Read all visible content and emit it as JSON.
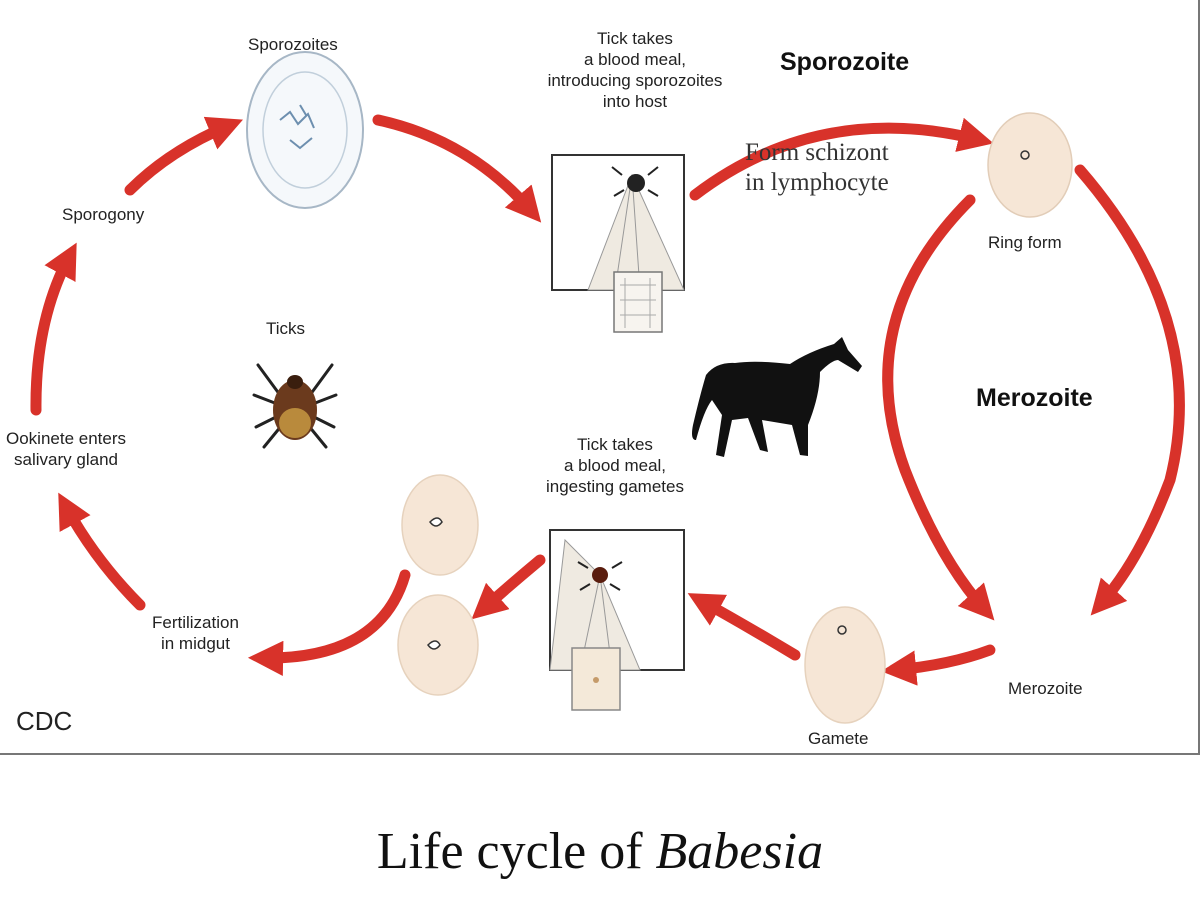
{
  "labels": {
    "sporozoites": "Sporozoites",
    "sporogony": "Sporogony",
    "ookinete": [
      "Ookinete enters",
      "salivary gland"
    ],
    "fertilization": [
      "Fertilization",
      "in midgut"
    ],
    "ticks": "Ticks",
    "tick_meal_top": [
      "Tick takes",
      "a blood meal,",
      "introducing sporozoites",
      "into host"
    ],
    "tick_meal_bottom": [
      "Tick takes",
      "a blood meal,",
      "ingesting gametes"
    ],
    "ring_form": "Ring form",
    "merozoite_small": "Merozoite",
    "gamete": "Gamete",
    "cdc": "CDC"
  },
  "overlay": {
    "sporozoite": "Sporozoite",
    "schizont": [
      "Form schizont",
      "in lymphocyte"
    ],
    "merozoite": "Merozoite"
  },
  "caption": {
    "prefix": "Life cycle of ",
    "genus": "Babesia"
  },
  "colors": {
    "arrow": "#d8322a",
    "cell": "#f6e6d6",
    "silhouette": "#111111"
  },
  "icons": [
    "tick-icon",
    "horse-icon"
  ]
}
